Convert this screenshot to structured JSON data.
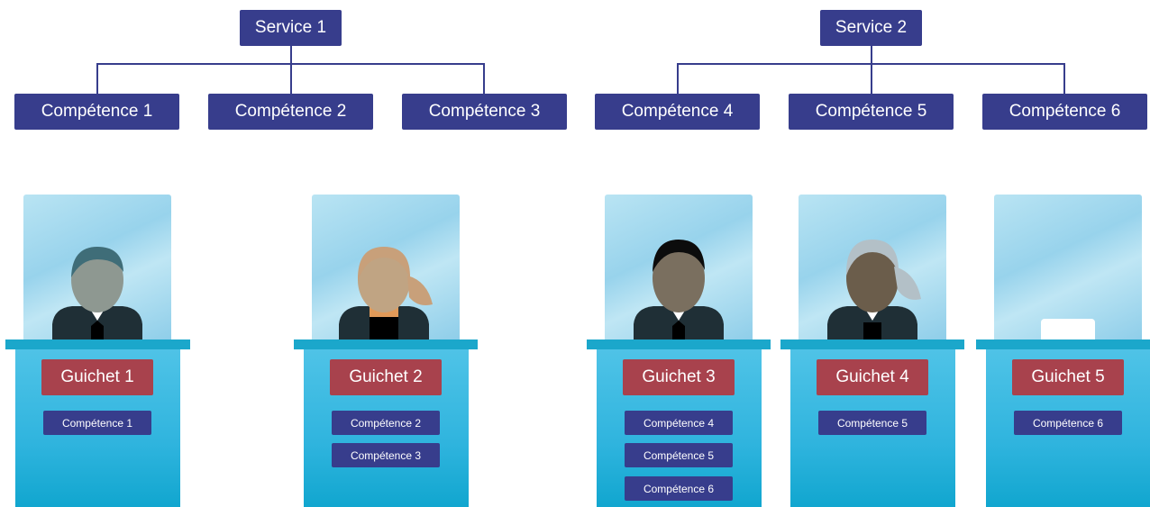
{
  "services": [
    {
      "label": "Service 1",
      "competences": [
        "Compétence 1",
        "Compétence 2",
        "Compétence 3"
      ]
    },
    {
      "label": "Service 2",
      "competences": [
        "Compétence 4",
        "Compétence 5",
        "Compétence 6"
      ]
    }
  ],
  "guichets": [
    {
      "label": "Guichet 1",
      "competences": [
        "Compétence 1"
      ]
    },
    {
      "label": "Guichet 2",
      "competences": [
        "Compétence 2",
        "Compétence 3"
      ]
    },
    {
      "label": "Guichet 3",
      "competences": [
        "Compétence 4",
        "Compétence 5",
        "Compétence 6"
      ]
    },
    {
      "label": "Guichet 4",
      "competences": [
        "Compétence 5"
      ]
    },
    {
      "label": "Guichet 5",
      "competences": []
    }
  ],
  "guichet5_chip": "Compétence 6",
  "colors": {
    "box": "#373d8c",
    "guichet": "#a8424d",
    "desk": "#2fb4de"
  }
}
